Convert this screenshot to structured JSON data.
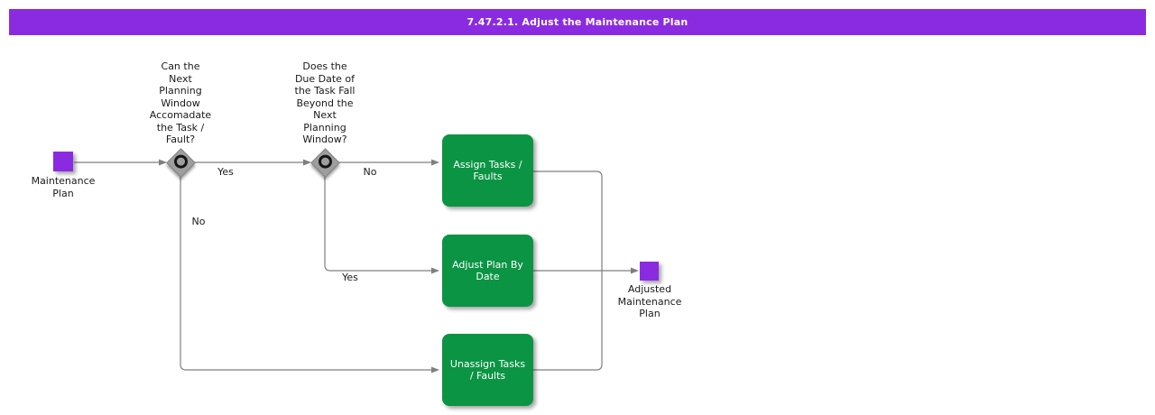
{
  "title_bar": {
    "text": "7.47.2.1. Adjust the Maintenance Plan"
  },
  "colors": {
    "titlebar": "#8A2BE2",
    "event": "#8A2BE2",
    "task": "#0B9444",
    "diamond": "#9E9E9E",
    "line": "#7F7F7F"
  },
  "diagram": {
    "start_event": {
      "label": "Maintenance\nPlan"
    },
    "end_event": {
      "label": "Adjusted\nMaintenance\nPlan"
    },
    "decisions": {
      "d1": {
        "question": "Can the\nNext\nPlanning\nWindow\nAccomadate\nthe Task /\nFault?"
      },
      "d2": {
        "question": "Does the\nDue Date of\nthe Task Fall\nBeyond the\nNext\nPlanning\nWindow?"
      }
    },
    "tasks": {
      "assign": {
        "label": "Assign Tasks /\nFaults"
      },
      "adjust": {
        "label": "Adjust Plan By\nDate"
      },
      "unassign": {
        "label": "Unassign Tasks\n/ Faults"
      }
    },
    "edge_labels": {
      "d1_yes": "Yes",
      "d1_no": "No",
      "d2_no": "No",
      "d2_yes": "Yes"
    }
  }
}
